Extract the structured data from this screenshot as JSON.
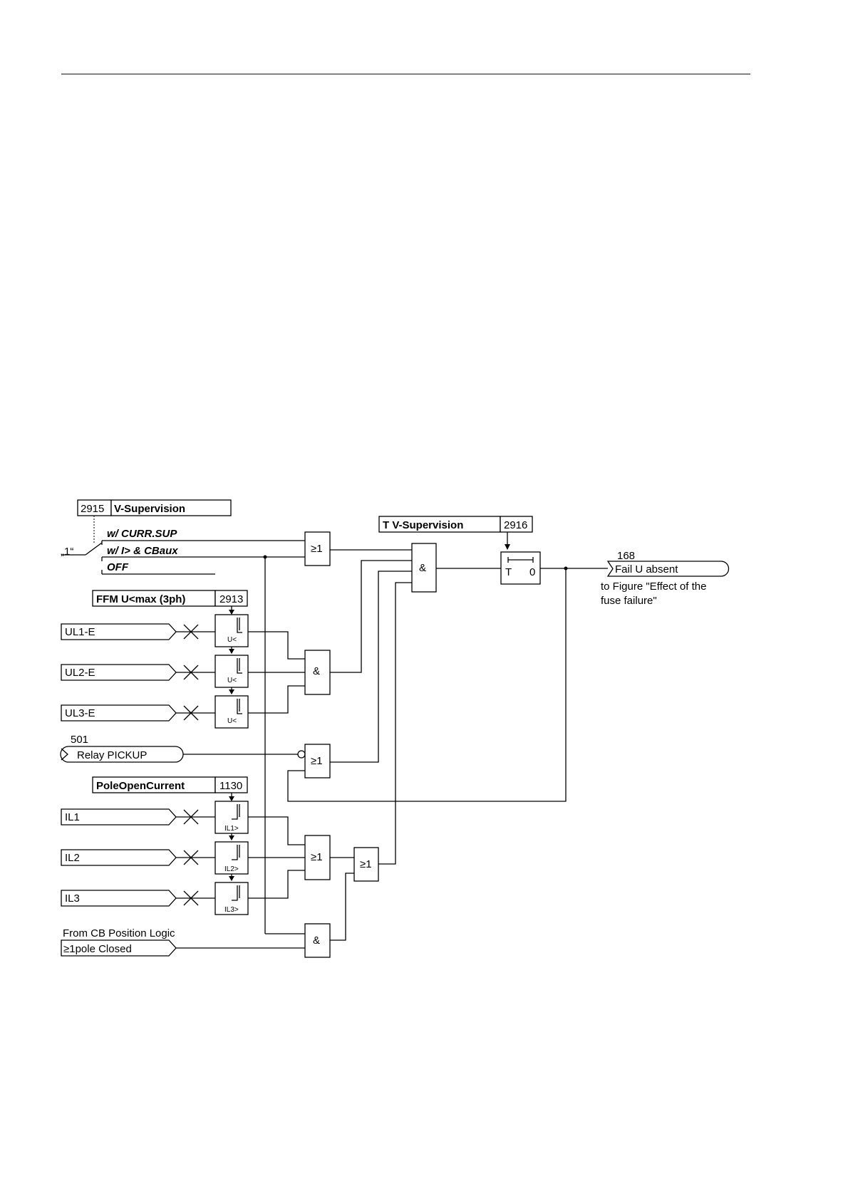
{
  "parameters": {
    "v_supervision": {
      "number": "2915",
      "name": "V-Supervision"
    },
    "t_v_supervision": {
      "name": "T V-Supervision",
      "number": "2916"
    },
    "ffm": {
      "name": "FFM U<max (3ph)",
      "number": "2913"
    },
    "pole_open": {
      "name": "PoleOpenCurrent",
      "number": "1130"
    }
  },
  "switch": {
    "input": "„1“",
    "options": [
      "w/ CURR.SUP",
      "w/ I> & CBaux",
      "OFF"
    ]
  },
  "inputs": {
    "ul1": "UL1-E",
    "ul2": "UL2-E",
    "ul3": "UL3-E",
    "relay_no": "501",
    "relay": "Relay PICKUP",
    "il1": "IL1",
    "il2": "IL2",
    "il3": "IL3",
    "cb_caption": "From CB Position Logic",
    "cb": "≥1pole Closed"
  },
  "thresholds": {
    "u1": "U<",
    "u2": "U<",
    "u3": "U<",
    "i1": "IL1>",
    "i2": "IL2>",
    "i3": "IL3>"
  },
  "gates": {
    "or_switch": "≥1",
    "and_main": "&",
    "and_voltage": "&",
    "or_relay": "≥1",
    "or_current": "≥1",
    "or_final": "≥1",
    "and_cb": "&"
  },
  "timer": {
    "t": "T",
    "zero": "0"
  },
  "output": {
    "number": "168",
    "name": "Fail U absent",
    "note_line1": "to Figure \"Effect of the",
    "note_line2": "fuse failure\""
  }
}
